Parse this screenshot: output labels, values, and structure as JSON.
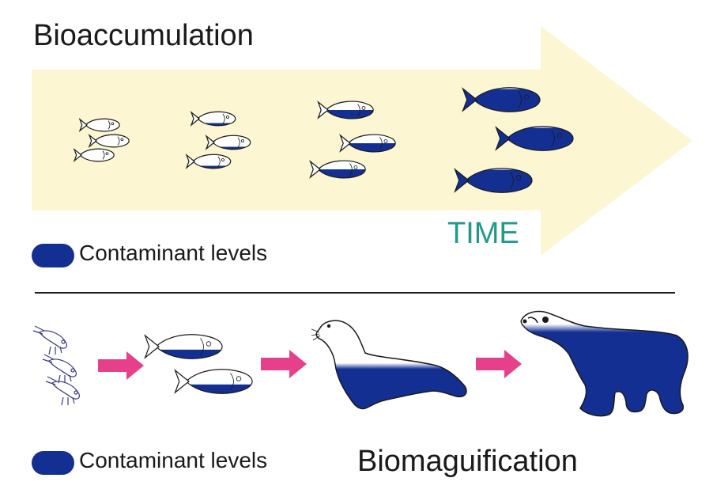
{
  "colors": {
    "contaminant": "#132f91",
    "arrow_fill": "#fcf6d2",
    "time_text": "#1f9a8c",
    "transfer_arrow": "#e6408a",
    "outline": "#1a1a1a"
  },
  "bioaccumulation": {
    "title": "Bioaccumulation",
    "time_label": "TIME",
    "fish_groups": [
      {
        "name": "fish-group-1",
        "contaminant_fraction": 0.0
      },
      {
        "name": "fish-group-2",
        "contaminant_fraction": 0.25
      },
      {
        "name": "fish-group-3",
        "contaminant_fraction": 0.5
      },
      {
        "name": "fish-group-4",
        "contaminant_fraction": 0.85
      }
    ]
  },
  "legend": {
    "label": "Contaminant levels"
  },
  "biomagnification": {
    "title": "Biomaguification",
    "food_chain": [
      {
        "name": "krill",
        "contaminant_fraction": 0.0
      },
      {
        "name": "fish",
        "contaminant_fraction": 0.4
      },
      {
        "name": "seal",
        "contaminant_fraction": 0.6
      },
      {
        "name": "polar-bear",
        "contaminant_fraction": 0.8
      }
    ]
  }
}
